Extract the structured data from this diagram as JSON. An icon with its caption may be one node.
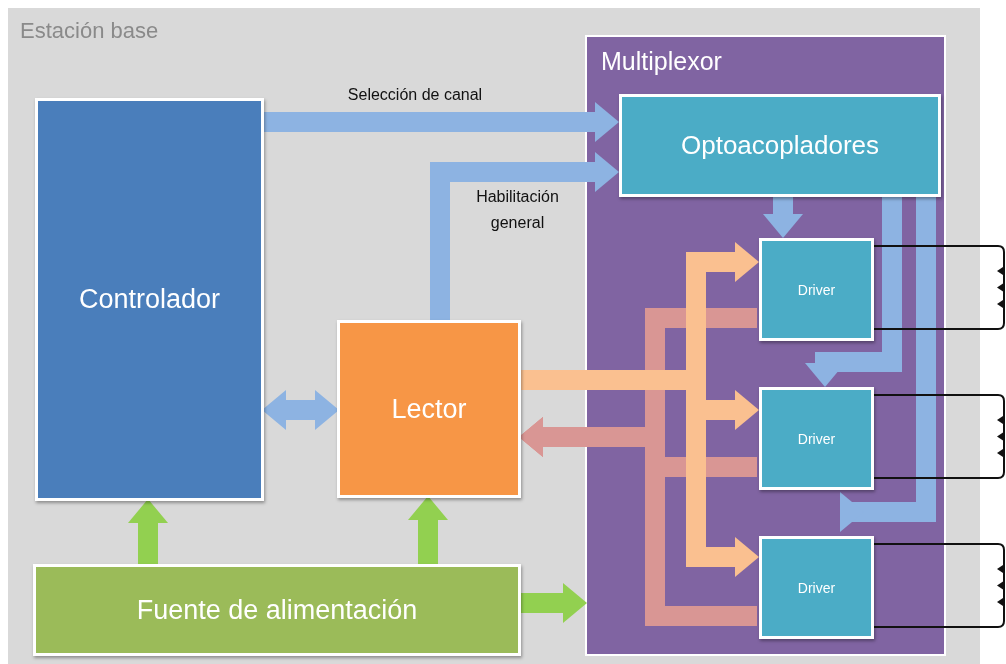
{
  "diagram": {
    "nodes": [
      {
        "text": [
          "Estación base"
        ]
      },
      {
        "text": [
          "Controlador"
        ],
        "in": 0
      },
      {
        "text": [
          "Lector"
        ],
        "in": 0
      },
      {
        "text": [
          "Fuente de alimentación"
        ],
        "in": 0
      },
      {
        "text": [
          "Multiplexor"
        ],
        "in": 0
      },
      {
        "text": [
          "Optoacopladores"
        ],
        "in": 4
      },
      {
        "text": [
          "Driver"
        ],
        "in": 4
      },
      {
        "text": [
          "Driver"
        ],
        "in": 4
      },
      {
        "text": [
          "Driver"
        ],
        "in": 4
      }
    ],
    "edges": [
      {
        "from": 1,
        "to": 5,
        "arrow": "to",
        "label": "Selección de canal"
      },
      {
        "from": 2,
        "to": 5,
        "arrow": "to",
        "label": "Habilitación general"
      },
      {
        "from": 1,
        "to": 2,
        "arrow": "both"
      },
      {
        "from": 3,
        "to": 1,
        "arrow": "to",
        "color": "#92d050"
      },
      {
        "from": 3,
        "to": 2,
        "arrow": "to",
        "color": "#92d050"
      },
      {
        "from": 3,
        "to": 4,
        "arrow": "to",
        "color": "#92d050"
      },
      {
        "from": 6,
        "to": 2,
        "arrow": "to",
        "color": "#d99694"
      },
      {
        "from": 7,
        "to": 2,
        "arrow": "to",
        "color": "#d99694"
      },
      {
        "from": 8,
        "to": 2,
        "arrow": "to",
        "color": "#d99694"
      },
      {
        "from": 2,
        "to": 6,
        "arrow": "to",
        "color": "#fac090"
      },
      {
        "from": 2,
        "to": 7,
        "arrow": "to",
        "color": "#fac090"
      },
      {
        "from": 2,
        "to": 8,
        "arrow": "to",
        "color": "#fac090"
      },
      {
        "from": 5,
        "to": 6,
        "arrow": "to"
      },
      {
        "from": 5,
        "to": 7,
        "arrow": "to"
      },
      {
        "from": 5,
        "to": 8,
        "arrow": "to"
      }
    ]
  }
}
